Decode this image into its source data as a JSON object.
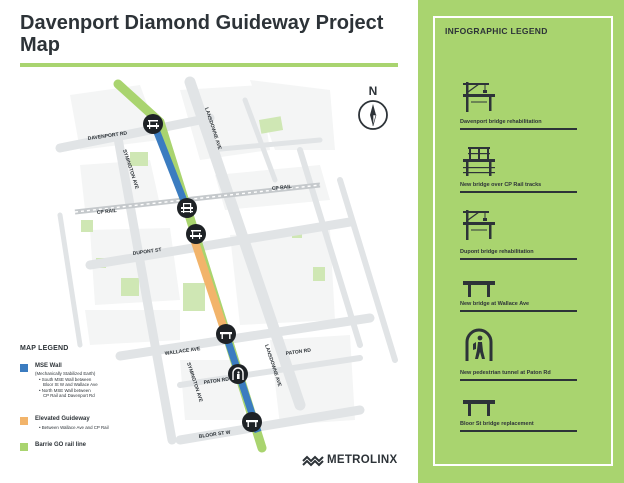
{
  "title": "Davenport Diamond Guideway Project Map",
  "map": {
    "streets": {
      "davenport": "DAVENPORT RD",
      "lansdowne_top": "LANSDOWNE AVE",
      "symington_top": "SYMINGTON AVE",
      "cp_rail_left": "CP RAIL",
      "cp_rail_right": "CP RAIL",
      "dupont": "DUPONT ST",
      "wallace": "WALLACE AVE",
      "symington_bottom": "SYMINGTON AVE",
      "lansdowne_bottom": "LANSDOWNE AVE",
      "paton_left": "PATON RD",
      "paton_right": "PATON RD",
      "bloor": "BLOOR ST W"
    },
    "north_label": "N",
    "colors": {
      "mse_wall": "#3b7cc0",
      "elevated_guideway": "#f2b46b",
      "barrie_go": "#a9d46f",
      "streets": "#e3e6e8",
      "blocks": "#f7f7f7",
      "parks": "#cfe7b4",
      "marker": "#1e2226"
    },
    "markers": [
      "davenport-bridge",
      "cp-rail-bridge",
      "dupont-bridge",
      "wallace-bridge",
      "paton-tunnel",
      "bloor-bridge"
    ]
  },
  "map_legend": {
    "title": "MAP LEGEND",
    "items": [
      {
        "label": "MSE Wall",
        "color": "#3b7cc0",
        "sub": [
          "(Mechanically Stabilized Earth)",
          "• South MSE Wall between",
          "Bloor St W and Wallace Ave",
          "• North MSE Wall between",
          "CP Rail and Davenport Rd"
        ]
      },
      {
        "label": "Elevated Guideway",
        "color": "#f2b46b",
        "sub": [
          "• Between Wallace Ave and CP Rail"
        ]
      },
      {
        "label": "Barrie GO rail line",
        "color": "#a9d46f",
        "sub": []
      }
    ]
  },
  "logo": {
    "text": "METROLINX"
  },
  "infographic_legend": {
    "title": "INFOGRAPHIC LEGEND",
    "items": [
      {
        "icon": "crane-bridge-icon",
        "label": "Davenport bridge rehabilitation"
      },
      {
        "icon": "truss-bridge-icon",
        "label": "New bridge over CP Rail tracks"
      },
      {
        "icon": "crane-bridge-icon",
        "label": "Dupont bridge rehabilitation"
      },
      {
        "icon": "simple-bridge-icon",
        "label": "New bridge at Wallace Ave"
      },
      {
        "icon": "pedestrian-tunnel-icon",
        "label": "New pedestrian tunnel at Paton Rd"
      },
      {
        "icon": "simple-bridge-icon",
        "label": "Bloor St bridge replacement"
      }
    ]
  }
}
